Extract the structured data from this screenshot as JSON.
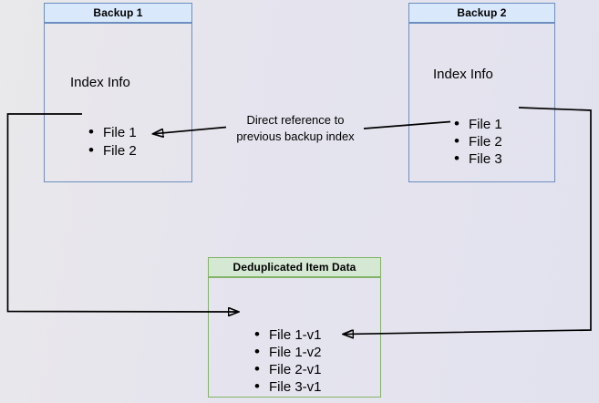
{
  "diagram": {
    "backup1": {
      "title": "Backup 1",
      "section_label": "Index Info",
      "items": [
        "File 1",
        "File 2"
      ]
    },
    "backup2": {
      "title": "Backup 2",
      "section_label": "Index Info",
      "items": [
        "File 1",
        "File 2",
        "File 3"
      ]
    },
    "dedup": {
      "title": "Deduplicated Item Data",
      "items": [
        "File 1-v1",
        "File 1-v2",
        "File 2-v1",
        "File 3-v1"
      ]
    },
    "annotations": {
      "direct_reference_label": "Direct reference to previous backup index"
    },
    "colors": {
      "backup_header_fill": "#dae8fc",
      "backup_border": "#6c8ebf",
      "dedup_header_fill": "#d5e8d4",
      "dedup_border": "#82b366",
      "arrow": "#000000",
      "canvas_background": "#e4e4ee"
    }
  }
}
